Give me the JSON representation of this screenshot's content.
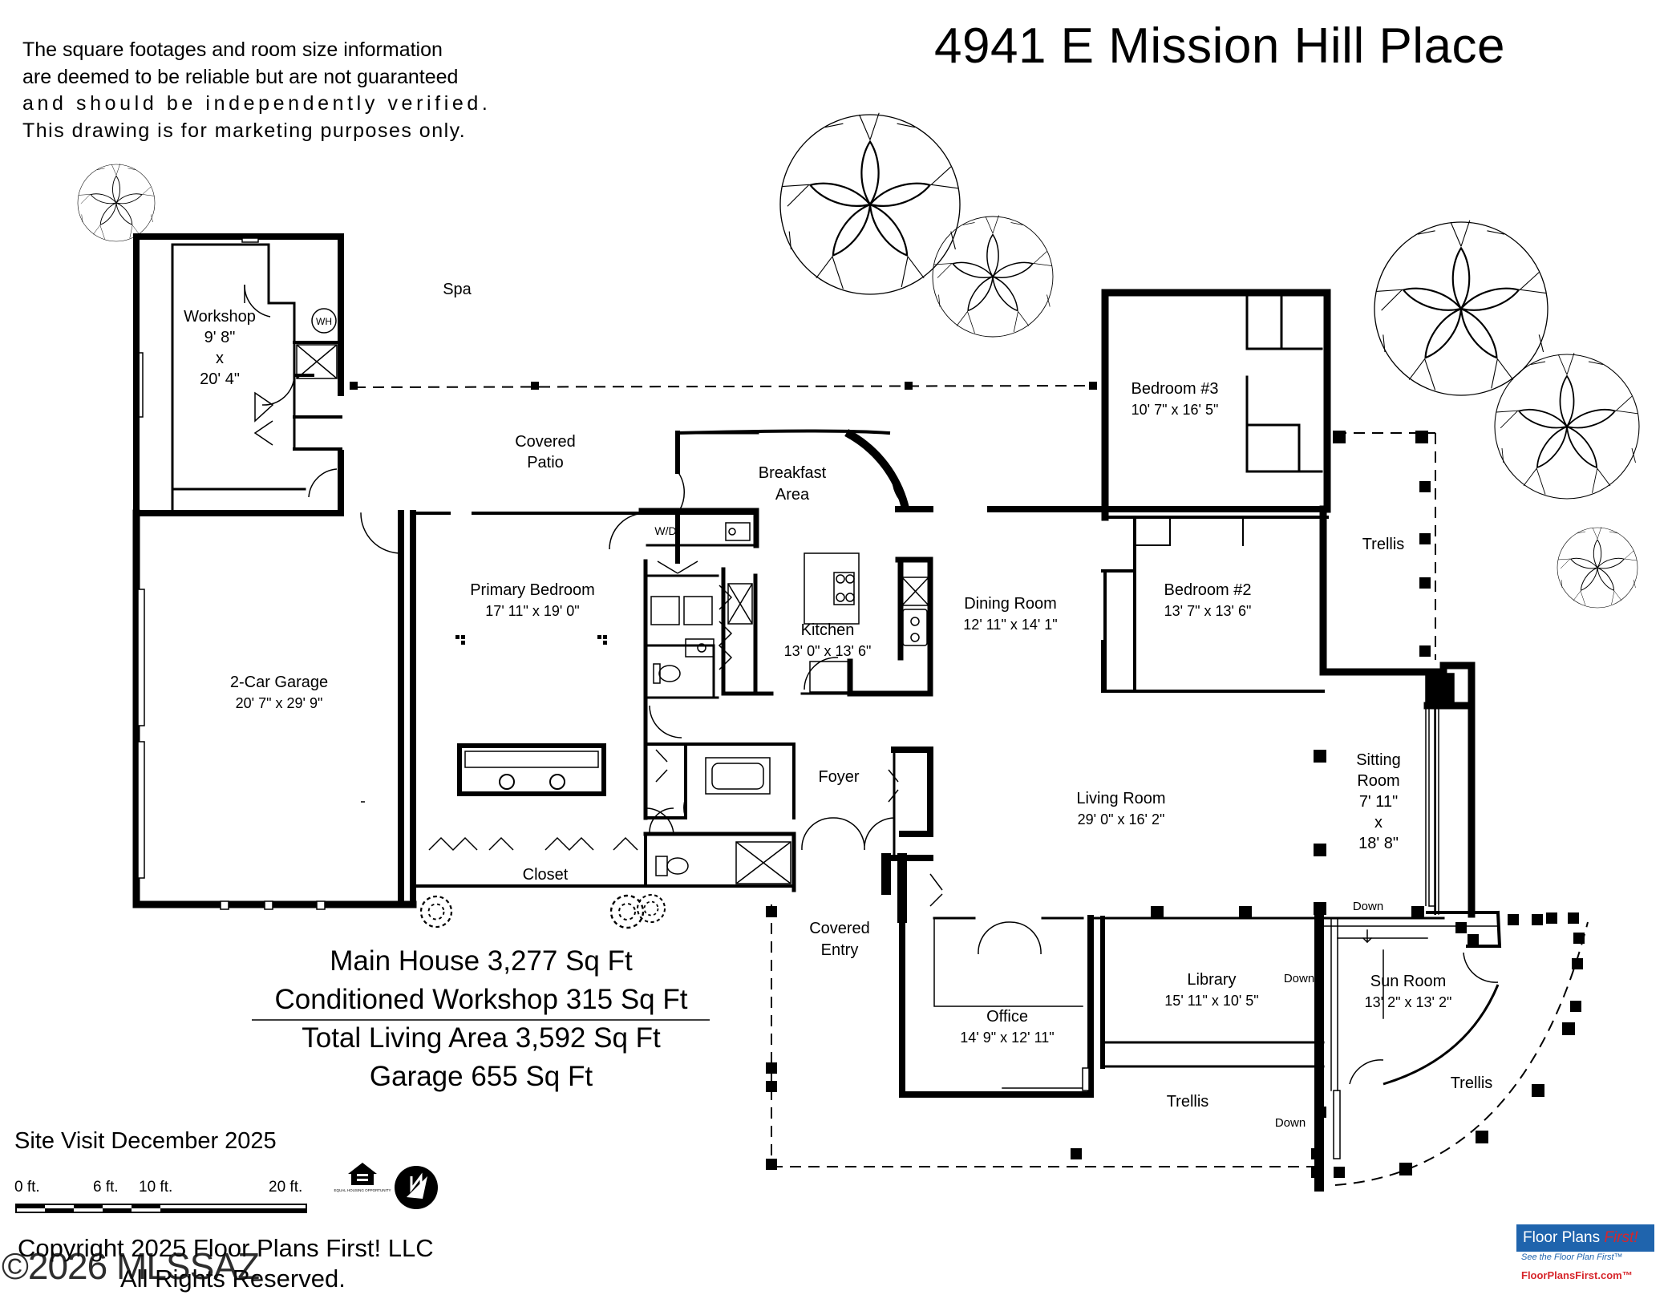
{
  "header": {
    "address": "4941 E Mission Hill Place",
    "disclaimer": [
      "The square footages and room size information",
      "are deemed to be reliable but are not guaranteed",
      "and should be independently verified.",
      "This drawing is for marketing purposes only."
    ]
  },
  "rooms": {
    "workshop": {
      "name": "Workshop",
      "dim1": "9' 8\"",
      "x": "x",
      "dim2": "20' 4\"",
      "wh": "WH"
    },
    "spa": {
      "name": "Spa"
    },
    "covered_patio": {
      "line1": "Covered",
      "line2": "Patio"
    },
    "breakfast": {
      "line1": "Breakfast",
      "line2": "Area"
    },
    "bedroom3": {
      "name": "Bedroom #3",
      "dims": "10' 7\" x 16' 5\""
    },
    "trellis_ne": {
      "name": "Trellis"
    },
    "wd": {
      "name": "W/D"
    },
    "primary": {
      "name": "Primary Bedroom",
      "dims": "17' 11\" x 19' 0\""
    },
    "kitchen": {
      "name": "Kitchen",
      "dims": "13' 0\" x 13' 6\""
    },
    "dining": {
      "name": "Dining Room",
      "dims": "12' 11\" x 14' 1\""
    },
    "bedroom2": {
      "name": "Bedroom #2",
      "dims": "13' 7\" x 13' 6\""
    },
    "garage": {
      "name": "2-Car Garage",
      "dims": "20' 7\" x 29' 9\""
    },
    "foyer": {
      "name": "Foyer"
    },
    "living": {
      "name": "Living Room",
      "dims": "29' 0\" x 16' 2\""
    },
    "sitting": {
      "line1": "Sitting",
      "line2": "Room",
      "dim1": "7' 11\"",
      "x": "x",
      "dim2": "18' 8\""
    },
    "closet": {
      "name": "Closet"
    },
    "covered_entry": {
      "line1": "Covered",
      "line2": "Entry"
    },
    "office": {
      "name": "Office",
      "dims": "14' 9\" x 12' 11\""
    },
    "library": {
      "name": "Library",
      "dims": "15' 11\" x 10' 5\""
    },
    "sunroom": {
      "name": "Sun Room",
      "dims": "13' 2\" x 13' 2\""
    },
    "trellis_s": {
      "name": "Trellis"
    },
    "trellis_se": {
      "name": "Trellis"
    },
    "down1": {
      "name": "Down"
    },
    "down2": {
      "name": "Down"
    },
    "down3": {
      "name": "Down"
    }
  },
  "summary": {
    "main_house": "Main House 3,277 Sq Ft",
    "workshop": "Conditioned Workshop 315 Sq Ft",
    "total": "Total Living Area 3,592 Sq Ft",
    "garage": "Garage 655 Sq Ft"
  },
  "footer": {
    "site_visit": "Site Visit December 2025",
    "scale_labels": [
      "0 ft.",
      "6 ft.",
      "10 ft.",
      "20 ft."
    ],
    "eho_text": "EQUAL HOUSING OPPORTUNITY",
    "copyright_line1": "Copyright 2025 Floor Plans First! LLC",
    "copyright_line2": "All Rights Reserved.",
    "watermark": "©2026 MLSSAZ",
    "logo_main": "Floor Plans",
    "logo_accent": "First!",
    "logo_tagline": "See the Floor Plan First™",
    "logo_url": "FloorPlansFirst.com™"
  }
}
